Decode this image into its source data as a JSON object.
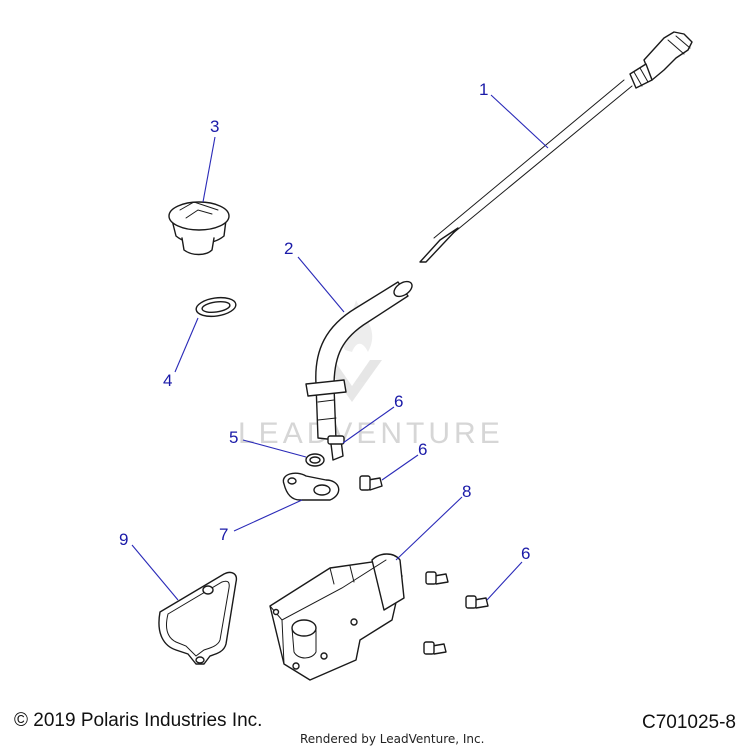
{
  "diagram": {
    "callouts": [
      "1",
      "2",
      "3",
      "4",
      "5",
      "6",
      "6",
      "7",
      "8",
      "6",
      "9"
    ],
    "watermark": "LEADVENTURE"
  },
  "footer": {
    "copyright": "© 2019 Polaris Industries Inc.",
    "rendered_by": "Rendered by LeadVenture, Inc.",
    "diagram_id": "C701025-8"
  },
  "colors": {
    "callout": "#1a1aa8",
    "line_art": "#1a1a1a",
    "watermark": "#d6d6d6"
  }
}
